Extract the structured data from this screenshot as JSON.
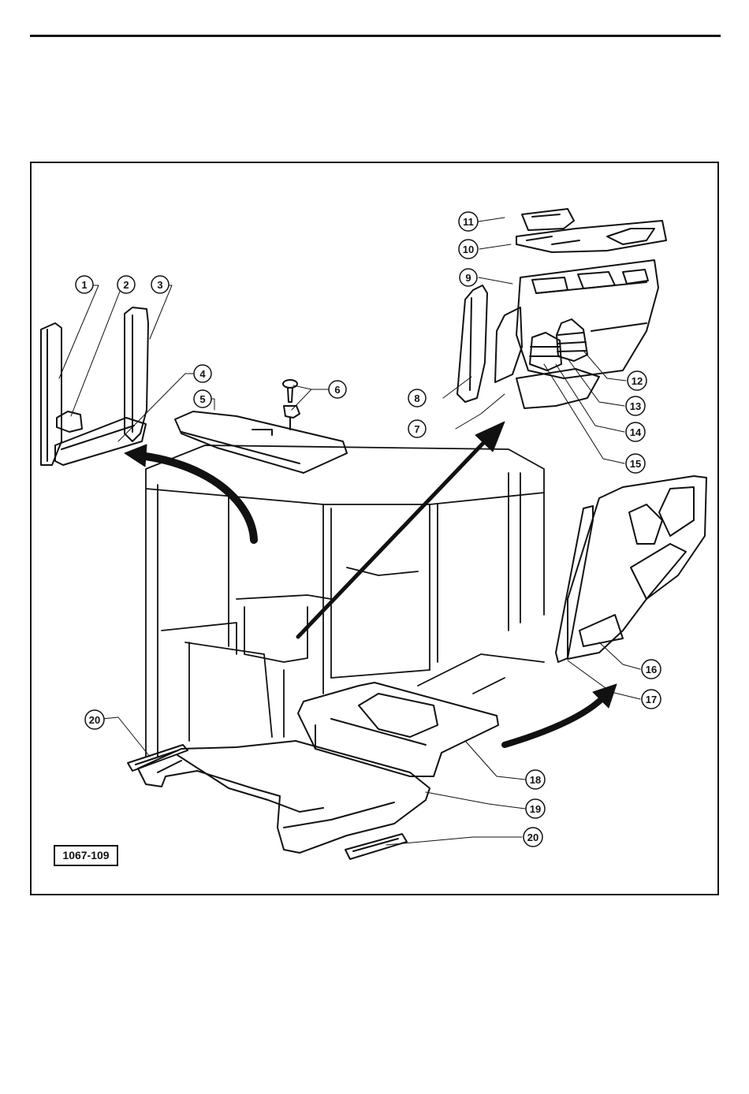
{
  "figure": {
    "code": "1067-109",
    "callouts": [
      "1",
      "2",
      "3",
      "4",
      "5",
      "6",
      "7",
      "8",
      "9",
      "10",
      "11",
      "12",
      "13",
      "14",
      "15",
      "16",
      "17",
      "18",
      "19",
      "20",
      "20"
    ]
  }
}
